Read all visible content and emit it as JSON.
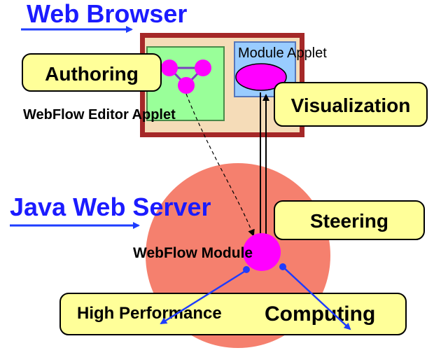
{
  "labels": {
    "web_browser": "Web Browser",
    "module_applet": "Module Applet",
    "authoring": "Authoring",
    "editor_applet": "WebFlow Editor Applet",
    "visualization": "Visualization",
    "java_web_server": "Java Web Server",
    "steering": "Steering",
    "webflow_module": "WebFlow Module",
    "hpc_part1": "High Performance",
    "hpc_part2": "Computing"
  },
  "colors": {
    "title_blue": "#1b1bff",
    "browser_frame": "#a52828",
    "browser_fill": "#f5dcb8",
    "editor_green": "#99ff99",
    "applet_blue": "#99ccff",
    "magenta": "#ff00ff",
    "server_salmon": "#f5806e",
    "callout_yellow": "#ffff99",
    "arrow_blue": "#1e3cff"
  }
}
